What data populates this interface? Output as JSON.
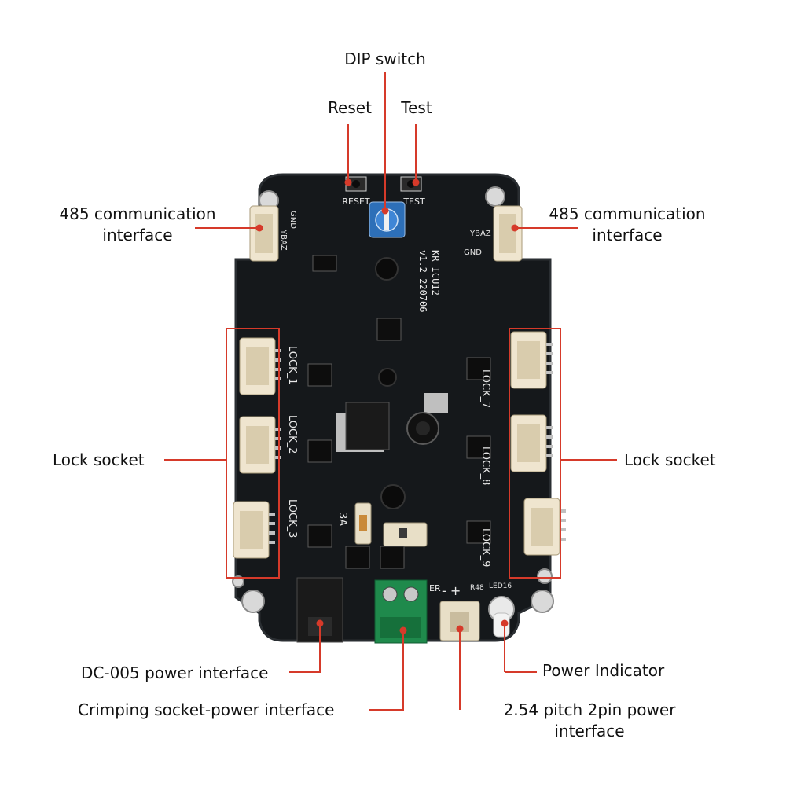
{
  "colors": {
    "callout": "#d63a2a",
    "board": "#15181b",
    "board_edge": "#2a2e32",
    "connector": "#efe5cf",
    "terminal": "#1f8a4c",
    "silkscreen": "#e8e8e8"
  },
  "callouts": {
    "dip_switch": "DIP switch",
    "reset": "Reset",
    "test": "Test",
    "comm_left": [
      "485 communication",
      "interface"
    ],
    "comm_right": [
      "485 communication",
      "interface"
    ],
    "lock_left": "Lock socket",
    "lock_right": "Lock socket",
    "dc005": "DC-005 power interface",
    "crimping": "Crimping socket-power interface",
    "pitch": [
      "2.54 pitch 2pin power",
      "interface"
    ],
    "power_indicator": "Power Indicator"
  },
  "board": {
    "btn_reset": "RESET",
    "btn_test": "TEST",
    "model": "KR-ICU12",
    "version": "v1.2 220706",
    "bus_pins_left": "YBAZ",
    "bus_pins_right": "YBAZ",
    "gnd_left": "GND",
    "gnd_right": "GND",
    "lock_1": "LOCK_1",
    "lock_2": "LOCK_2",
    "lock_3": "LOCK_3",
    "lock_7": "LOCK_7",
    "lock_8": "LOCK_8",
    "lock_9": "LOCK_9",
    "fuse": "3A",
    "polarity": "- +",
    "led_ref": "LED16",
    "r_ref": "R48",
    "er_fragment": "ER"
  }
}
